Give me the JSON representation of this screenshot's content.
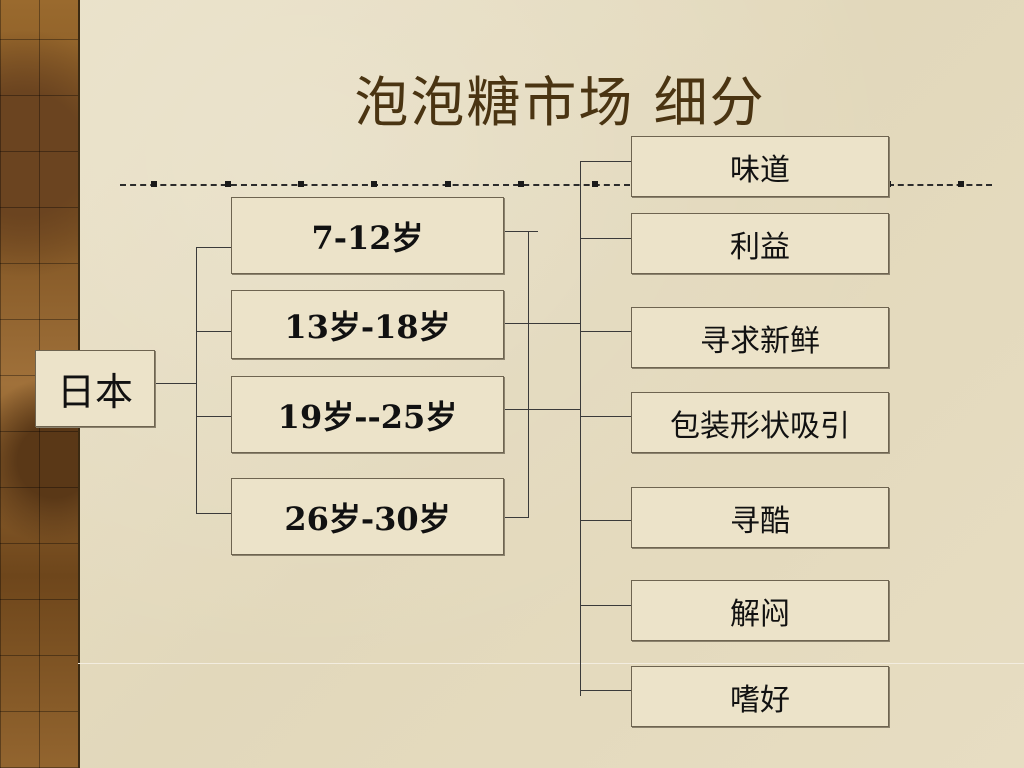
{
  "title": "泡泡糖市场 细分",
  "root": "日本",
  "age_groups": [
    "7-12岁",
    "13岁-18岁",
    "19岁--25岁",
    "26岁-30岁"
  ],
  "attributes": [
    "味道",
    "利益",
    "寻求新鲜",
    "包装形状吸引",
    "寻酷",
    "解闷",
    "嗜好"
  ]
}
